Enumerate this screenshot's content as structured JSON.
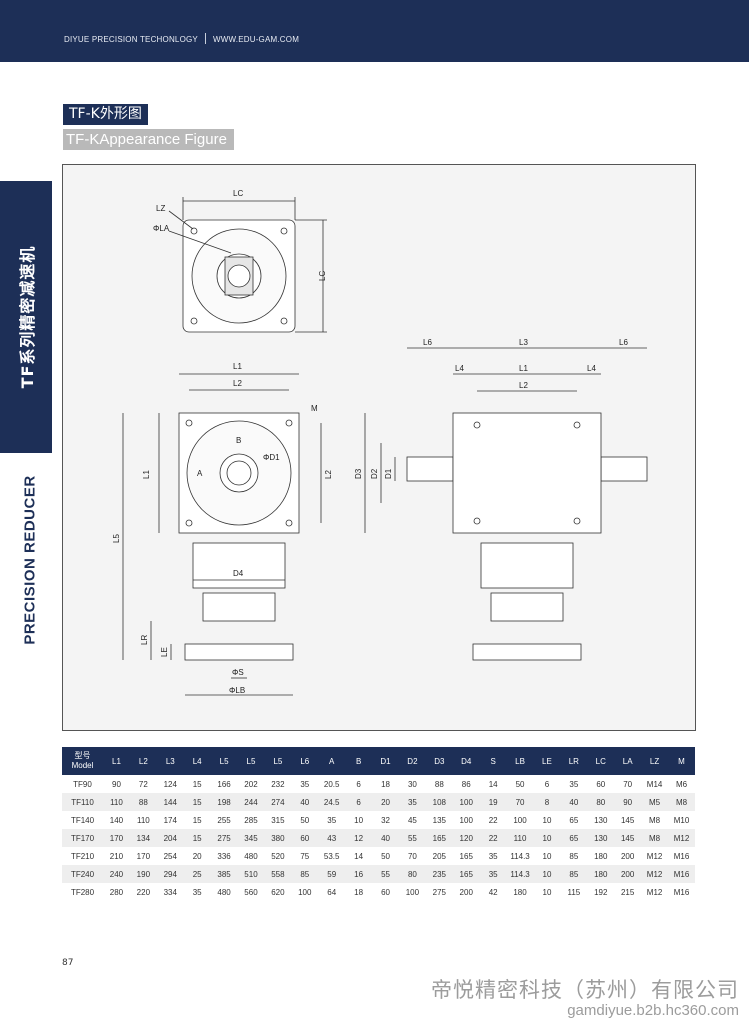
{
  "header": {
    "brand": "DIYUE PRECISION TECHONLOGY",
    "website": "WWW.EDU-GAM.COM"
  },
  "side": {
    "cn_title": "TF系列精密减速机",
    "en_title": "PRECISION REDUCER"
  },
  "title": {
    "cn": "TF-K外形图",
    "en": "TF-KAppearance Figure"
  },
  "drawing_labels": {
    "top_view": {
      "lc_h": "LC",
      "lz": "LZ",
      "phi_la": "ΦLA",
      "lc_v": "LC"
    },
    "front_view": {
      "l1_top": "L1",
      "l2_top": "L2",
      "m": "M",
      "b": "B",
      "phi_d1": "ΦD1",
      "a": "A",
      "l1_side": "L1",
      "l2_side": "L2",
      "l5": "L5",
      "d4": "D4",
      "lr": "LR",
      "le": "LE",
      "phi_s": "ΦS",
      "phi_lb": "ΦLB"
    },
    "side_view": {
      "l6_left": "L6",
      "l3": "L3",
      "l6_right": "L6",
      "l4_left": "L4",
      "l1": "L1",
      "l4_right": "L4",
      "l2": "L2",
      "d3": "D3",
      "d2": "D2",
      "d1": "D1"
    }
  },
  "table": {
    "model_header_cn": "型号",
    "model_header_en": "Model",
    "columns": [
      "L1",
      "L2",
      "L3",
      "L4",
      "L5",
      "L5",
      "L5",
      "L6",
      "A",
      "B",
      "D1",
      "D2",
      "D3",
      "D4",
      "S",
      "LB",
      "LE",
      "LR",
      "LC",
      "LA",
      "LZ",
      "M"
    ],
    "rows": [
      [
        "TF90",
        "90",
        "72",
        "124",
        "15",
        "166",
        "202",
        "232",
        "35",
        "20.5",
        "6",
        "18",
        "30",
        "88",
        "86",
        "14",
        "50",
        "6",
        "35",
        "60",
        "70",
        "M14",
        "M6"
      ],
      [
        "TF110",
        "110",
        "88",
        "144",
        "15",
        "198",
        "244",
        "274",
        "40",
        "24.5",
        "6",
        "20",
        "35",
        "108",
        "100",
        "19",
        "70",
        "8",
        "40",
        "80",
        "90",
        "M5",
        "M8"
      ],
      [
        "TF140",
        "140",
        "110",
        "174",
        "15",
        "255",
        "285",
        "315",
        "50",
        "35",
        "10",
        "32",
        "45",
        "135",
        "100",
        "22",
        "100",
        "10",
        "65",
        "130",
        "145",
        "M8",
        "M10"
      ],
      [
        "TF170",
        "170",
        "134",
        "204",
        "15",
        "275",
        "345",
        "380",
        "60",
        "43",
        "12",
        "40",
        "55",
        "165",
        "120",
        "22",
        "110",
        "10",
        "65",
        "130",
        "145",
        "M8",
        "M12"
      ],
      [
        "TF210",
        "210",
        "170",
        "254",
        "20",
        "336",
        "480",
        "520",
        "75",
        "53.5",
        "14",
        "50",
        "70",
        "205",
        "165",
        "35",
        "114.3",
        "10",
        "85",
        "180",
        "200",
        "M12",
        "M16"
      ],
      [
        "TF240",
        "240",
        "190",
        "294",
        "25",
        "385",
        "510",
        "558",
        "85",
        "59",
        "16",
        "55",
        "80",
        "235",
        "165",
        "35",
        "114.3",
        "10",
        "85",
        "180",
        "200",
        "M12",
        "M16"
      ],
      [
        "TF280",
        "280",
        "220",
        "334",
        "35",
        "480",
        "560",
        "620",
        "100",
        "64",
        "18",
        "60",
        "100",
        "275",
        "200",
        "42",
        "180",
        "10",
        "115",
        "192",
        "215",
        "M12",
        "M16"
      ]
    ]
  },
  "footer": {
    "page": "87",
    "company": "帝悦精密科技（苏州）有限公司",
    "url": "gamdiyue.b2b.hc360.com"
  }
}
